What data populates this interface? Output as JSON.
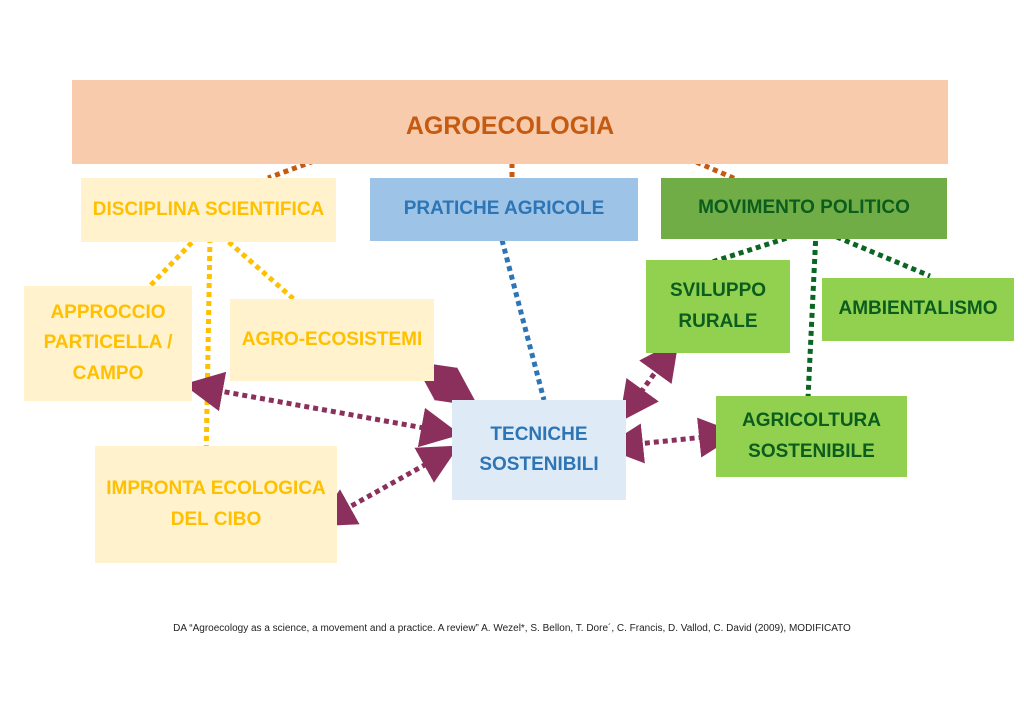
{
  "root": {
    "label": "AGROECOLOGIA"
  },
  "branches": {
    "science": "DISCIPLINA SCIENTIFICA",
    "practice": "PRATICHE AGRICOLE",
    "movement": "MOVIMENTO POLITICO"
  },
  "science_children": {
    "plot": [
      "APPROCCIO",
      "PARTICELLA /",
      "CAMPO"
    ],
    "agroeco": "AGRO-ECOSISTEMI",
    "footprint": [
      "IMPRONTA ECOLOGICA",
      "DEL CIBO"
    ]
  },
  "movement_children": {
    "rural": [
      "SVILUPPO",
      "RURALE"
    ],
    "environment": "AMBIENTALISMO",
    "sustainable_agri": [
      "AGRICOLTURA",
      "SOSTENIBILE"
    ]
  },
  "center": [
    "TECNICHE",
    "SOSTENIBILI"
  ],
  "caption": "DA “Agroecology as a science, a movement and a practice. A review” A. Wezel*, S. Bellon, T. Dore´, C. Francis, D. Vallod, C. David (2009), MODIFICATO",
  "colors": {
    "root_fill": "#f8cbad",
    "root_text": "#c55a11",
    "science_fill": "#fff2cc",
    "science_text": "#ffc000",
    "practice_fill": "#9dc3e6",
    "practice_text": "#2e75b6",
    "movement_fill": "#70ad47",
    "movement_children_fill": "#92d050",
    "movement_text": "#0b5d1e",
    "center_fill": "#deebf7",
    "orange_link": "#c55a11",
    "yellow_link": "#ffc000",
    "blue_link": "#2e75b6",
    "green_link": "#0b6623",
    "arrow": "#8b2f5c"
  }
}
